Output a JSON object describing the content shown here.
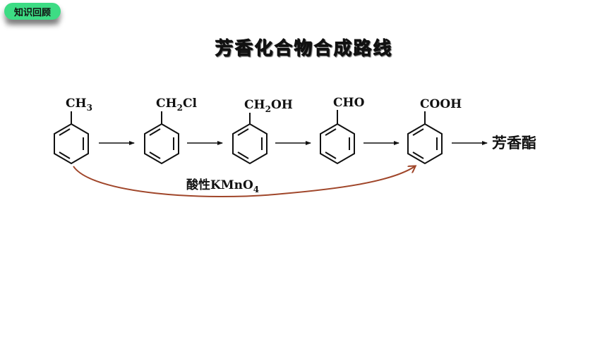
{
  "badge": {
    "label": "知识回顾"
  },
  "title": "芳香化合物合成路线",
  "compounds": [
    {
      "main": "CH",
      "sub": "3",
      "tail": ""
    },
    {
      "main": "CH",
      "sub": "2",
      "tail": "Cl"
    },
    {
      "main": "CH",
      "sub": "2",
      "tail": "OH"
    },
    {
      "main": "CHO",
      "sub": "",
      "tail": ""
    },
    {
      "main": "COOH",
      "sub": "",
      "tail": ""
    }
  ],
  "product": "芳香酯",
  "reagent": {
    "cn": "酸性",
    "formula": "KMnO",
    "sub": "4"
  },
  "colors": {
    "badge": "#3ddc84",
    "curved_arrow": "#a0462a"
  }
}
